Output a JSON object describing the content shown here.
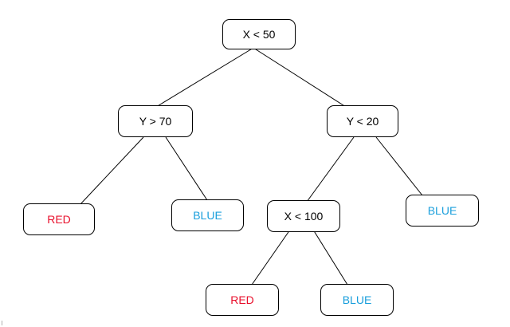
{
  "colors": {
    "question_text": "#000000",
    "red_leaf_text": "#e8102c",
    "blue_leaf_text": "#1a9fdc",
    "border": "#000000",
    "edge": "#000000"
  },
  "nodes": {
    "root": {
      "label": "X < 50",
      "kind": "question"
    },
    "left": {
      "label": "Y > 70",
      "kind": "question"
    },
    "right": {
      "label": "Y < 20",
      "kind": "question"
    },
    "left_left": {
      "label": "RED",
      "kind": "red"
    },
    "left_right": {
      "label": "BLUE",
      "kind": "blue"
    },
    "right_left": {
      "label": "X < 100",
      "kind": "question"
    },
    "right_right": {
      "label": "BLUE",
      "kind": "blue"
    },
    "right_left_left": {
      "label": "RED",
      "kind": "red"
    },
    "right_left_right": {
      "label": "BLUE",
      "kind": "blue"
    }
  },
  "edges": [
    {
      "from": "root",
      "to": "left"
    },
    {
      "from": "root",
      "to": "right"
    },
    {
      "from": "left",
      "to": "left_left"
    },
    {
      "from": "left",
      "to": "left_right"
    },
    {
      "from": "right",
      "to": "right_left"
    },
    {
      "from": "right",
      "to": "right_right"
    },
    {
      "from": "right_left",
      "to": "right_left_left"
    },
    {
      "from": "right_left",
      "to": "right_left_right"
    }
  ]
}
